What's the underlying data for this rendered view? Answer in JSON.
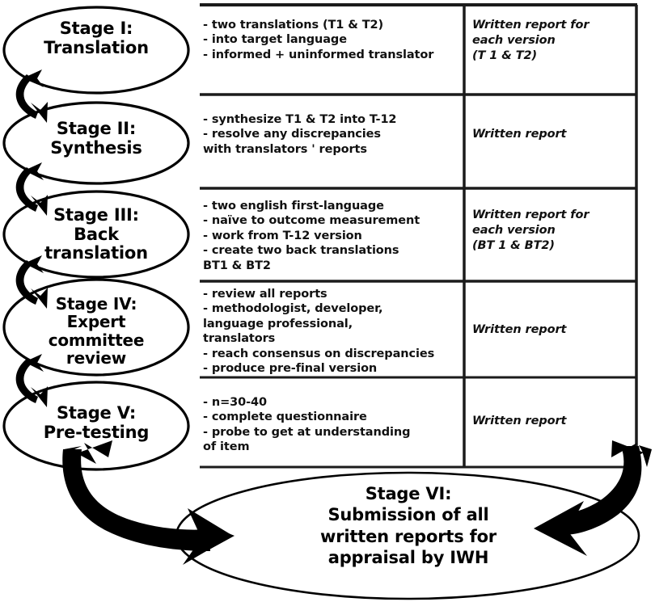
{
  "diagram": {
    "title": "Translation and cross-cultural adaptation process",
    "line_color": "#000000",
    "background": "#ffffff"
  },
  "stages": [
    {
      "id": "stage-1",
      "ellipse_label": "Stage I:\nTranslation",
      "details": "- two translations (T1 & T2)\n- into target language\n- informed + uninformed translator",
      "output": "Written report for\neach version\n(T 1 & T2)"
    },
    {
      "id": "stage-2",
      "ellipse_label": "Stage II:\nSynthesis",
      "details": "- synthesize T1 & T2 into T-12\n- resolve any discrepancies\n  with translators ' reports",
      "output": "Written report"
    },
    {
      "id": "stage-3",
      "ellipse_label": "Stage III:\nBack\ntranslation",
      "details": "- two english first-language\n- naïve to outcome measurement\n- work from T-12 version\n- create two back translations\n  BT1 & BT2",
      "output": "Written report for\neach version\n(BT 1 & BT2)"
    },
    {
      "id": "stage-4",
      "ellipse_label": "Stage IV:\nExpert\ncommittee\nreview",
      "details": "- review all reports\n- methodologist, developer,\n  language professional,\n  translators\n- reach consensus on discrepancies\n- produce pre-final version",
      "output": "Written report"
    },
    {
      "id": "stage-5",
      "ellipse_label": "Stage V:\nPre-testing",
      "details": "- n=30-40\n- complete questionnaire\n- probe to get at understanding\n  of item",
      "output": "Written report"
    }
  ],
  "final_stage": {
    "id": "stage-6",
    "label": "Stage VI:\nSubmission of all\nwritten reports for\nappraisal by IWH"
  },
  "connectors": {
    "step_arrow_name": "curved-step-arrow",
    "count": 4,
    "converge_left_name": "bold-curved-arrow-right",
    "converge_right_name": "bold-curved-arrow-left"
  }
}
